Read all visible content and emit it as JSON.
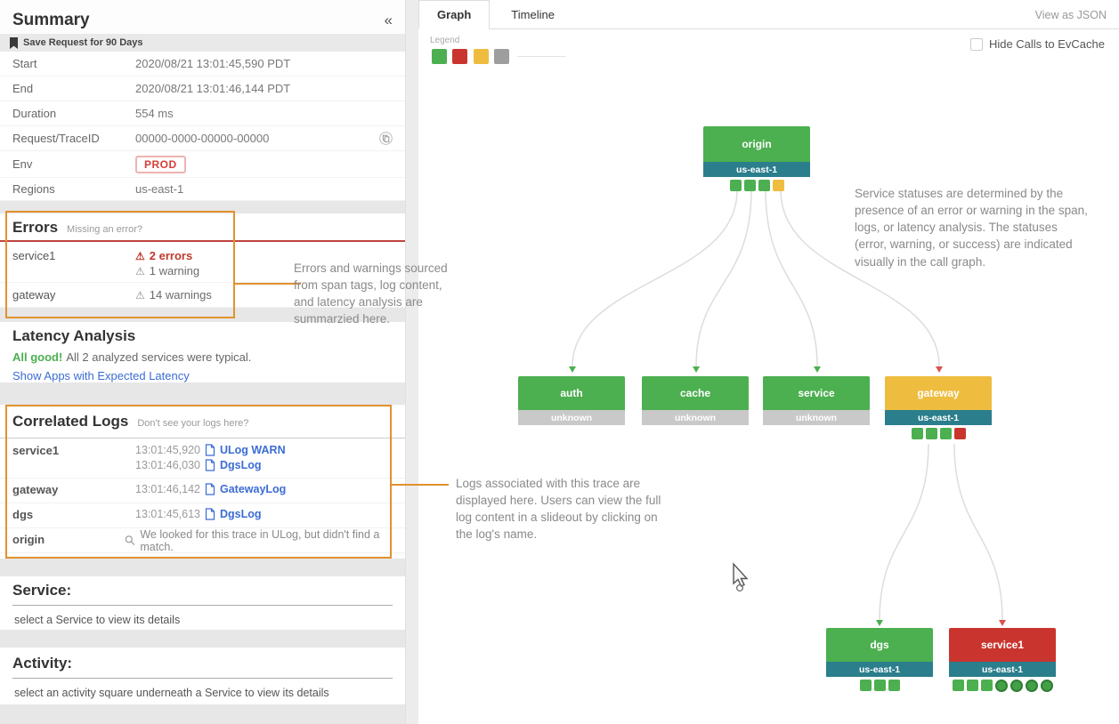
{
  "colors": {
    "success": "#4caf50",
    "warning": "#eebd40",
    "error": "#c9352e",
    "neutral_gray": "#9e9e9e",
    "region_band_teal": "#2b7e8c",
    "unknown_band_gray": "#c9c9c9",
    "annotation_orange": "#e0922f",
    "link_blue": "#3b6cd4",
    "error_red": "#c0392b",
    "prod_badge_red": "#d43f3a"
  },
  "icons": {
    "collapse_panel": "«",
    "warning_triangle": "⚠"
  },
  "panel": {
    "title": "Summary",
    "save_label": "Save Request for 90 Days",
    "summary_rows": [
      {
        "label": "Start",
        "value": "2020/08/21 13:01:45,590 PDT"
      },
      {
        "label": "End",
        "value": "2020/08/21 13:01:46,144 PDT"
      },
      {
        "label": "Duration",
        "value": "554 ms"
      },
      {
        "label": "Request/TraceID",
        "value": "00000-0000-00000-00000"
      },
      {
        "label": "Env",
        "value": "PROD"
      },
      {
        "label": "Regions",
        "value": "us-east-1"
      }
    ],
    "errors": {
      "title": "Errors",
      "hint": "Missing an error?",
      "rows": [
        {
          "service": "service1",
          "items": [
            {
              "text": "2 errors",
              "kind": "error"
            },
            {
              "text": "1 warning",
              "kind": "warning"
            }
          ]
        },
        {
          "service": "gateway",
          "items": [
            {
              "text": "14 warnings",
              "kind": "warning"
            }
          ]
        }
      ]
    },
    "latency": {
      "title": "Latency Analysis",
      "status": "All good!",
      "message": "All 2 analyzed services were typical.",
      "link": "Show Apps with Expected Latency"
    },
    "logs": {
      "title": "Correlated Logs",
      "hint": "Don't see your logs here?",
      "rows": [
        {
          "service": "service1",
          "entries": [
            {
              "time": "13:01:45,920",
              "name": "ULog WARN"
            },
            {
              "time": "13:01:46,030",
              "name": "DgsLog"
            }
          ]
        },
        {
          "service": "gateway",
          "entries": [
            {
              "time": "13:01:46,142",
              "name": "GatewayLog"
            }
          ]
        },
        {
          "service": "dgs",
          "entries": [
            {
              "time": "13:01:45,613",
              "name": "DgsLog"
            }
          ]
        },
        {
          "service": "origin",
          "message": "We looked for this trace in ULog, but didn't find a match."
        }
      ]
    },
    "service_section": {
      "title": "Service:",
      "placeholder": "select a Service to view its details"
    },
    "activity_section": {
      "title": "Activity:",
      "placeholder": "select an activity square underneath a Service to view its details"
    }
  },
  "graph": {
    "tabs": [
      {
        "label": "Graph",
        "active": true
      },
      {
        "label": "Timeline",
        "active": false
      }
    ],
    "view_json": "View as JSON",
    "hide_evcache": "Hide Calls to EvCache",
    "legend_label": "Legend",
    "legend_swatches": [
      "green",
      "red",
      "yellow",
      "gray"
    ],
    "nodes": [
      {
        "label": "origin",
        "status": "success",
        "region": "us-east-1",
        "activities": [
          "green",
          "green",
          "green",
          "yellow"
        ]
      },
      {
        "label": "auth",
        "status": "success",
        "region": "unknown",
        "activities": []
      },
      {
        "label": "cache",
        "status": "success",
        "region": "unknown",
        "activities": []
      },
      {
        "label": "service",
        "status": "success",
        "region": "unknown",
        "activities": []
      },
      {
        "label": "gateway",
        "status": "warning",
        "region": "us-east-1",
        "activities": [
          "green",
          "green",
          "green",
          "red"
        ]
      },
      {
        "label": "dgs",
        "status": "success",
        "region": "us-east-1",
        "activities": [
          "green",
          "green",
          "green"
        ]
      },
      {
        "label": "service1",
        "status": "error",
        "region": "us-east-1",
        "activities": [
          "green",
          "green",
          "green",
          "circ",
          "circ",
          "circ",
          "circ"
        ]
      }
    ]
  },
  "annotations": {
    "errors_note": "Errors and warnings sourced from span tags, log content, and latency analysis are summarzied here.",
    "logs_note": "Logs associated with this trace are displayed here. Users can view the full log content in a slideout by clicking on the log's name.",
    "statuses_note": "Service statuses are determined by the presence of an error or warning in the span, logs, or latency analysis. The statuses (error, warning, or success) are indicated visually in the call graph."
  }
}
